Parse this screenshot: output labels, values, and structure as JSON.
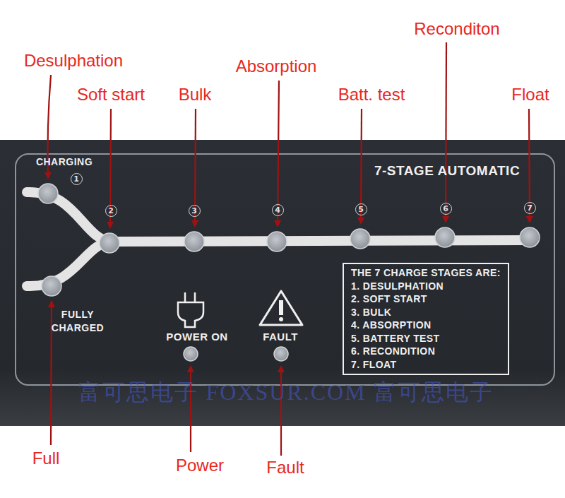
{
  "diagram": {
    "nodes": [
      {
        "text": [
          "THE 7 CHARGE STAGES ARE:",
          "1. DESULPHATION",
          "2. SOFT START",
          "3. BULK",
          "4. ABSORPTION",
          "5. BATTERY TEST",
          "6. RECONDITION",
          "7. FLOAT"
        ]
      }
    ],
    "labels": [
      "Desulphation",
      "Soft start",
      "Bulk",
      "Absorption",
      "Batt. test",
      "Reconditon",
      "Float",
      "CHARGING",
      "1",
      "2",
      "3",
      "4",
      "5",
      "6",
      "7",
      "FULLY CHARGED",
      "7-STAGE AUTOMATIC",
      "POWER ON",
      "FAULT",
      "富可思电子 FOXSUR.COM 富可思电子",
      "Full",
      "Power",
      "Fault"
    ]
  }
}
